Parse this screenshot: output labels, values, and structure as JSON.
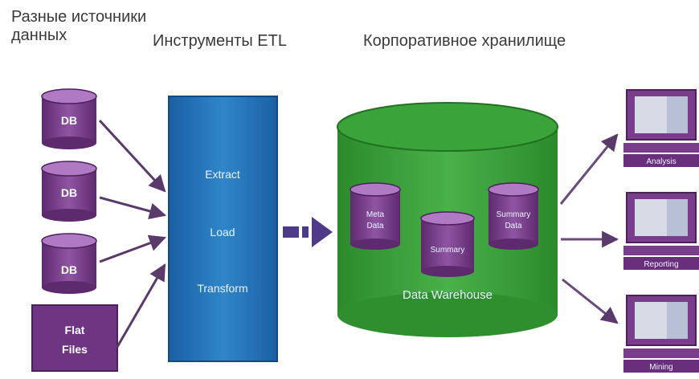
{
  "headings": {
    "sources": "Разные источники данных",
    "etl": "Инструменты ETL",
    "warehouse": "Корпоративное хранилище"
  },
  "sources": [
    {
      "label": "DB"
    },
    {
      "label": "DB"
    },
    {
      "label": "DB"
    },
    {
      "label_line1": "Flat",
      "label_line2": "Files"
    }
  ],
  "etl": {
    "steps": [
      "Extract",
      "Load",
      "Transform"
    ]
  },
  "warehouse": {
    "title": "Data Warehouse",
    "left_cylinder": {
      "line1": "Meta",
      "line2": "Data"
    },
    "center_cylinder": {
      "label": "Summary"
    },
    "right_cylinder": {
      "line1": "Summary",
      "line2": "Data"
    }
  },
  "outputs": [
    "Analysis",
    "Reporting",
    "Mining"
  ],
  "colors": {
    "purple": "#7a3d8c",
    "etl_blue": "#1a6fb6",
    "warehouse_green": "#3a9a3a",
    "arrow": "#6a4a7a"
  }
}
